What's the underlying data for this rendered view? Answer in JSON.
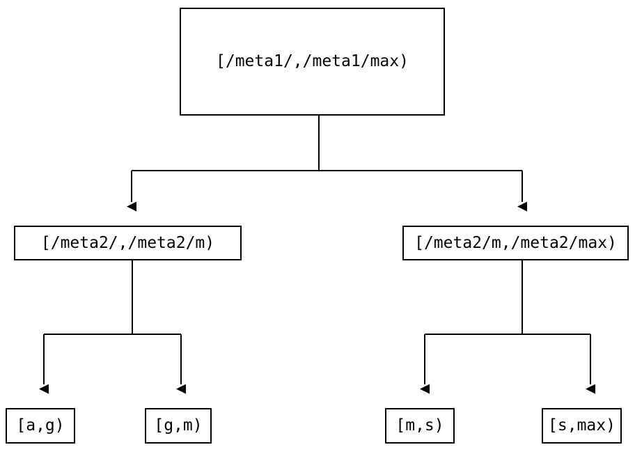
{
  "diagram": {
    "type": "tree",
    "orientation": "top-down",
    "background_color": "#ffffff",
    "stroke_color": "#000000",
    "text_color": "#000000",
    "stroke_width": 2,
    "arrowhead": "filled-triangle",
    "levels": 3,
    "root": {
      "id": "root",
      "label": "[/meta1/,/meta1/max)"
    },
    "mid": [
      {
        "id": "mid-left",
        "label": "[/meta2/,/meta2/m)"
      },
      {
        "id": "mid-right",
        "label": "[/meta2/m,/meta2/max)"
      }
    ],
    "leaves": [
      {
        "id": "leaf-a-g",
        "label": "[a,g)"
      },
      {
        "id": "leaf-g-m",
        "label": "[g,m)"
      },
      {
        "id": "leaf-m-s",
        "label": "[m,s)"
      },
      {
        "id": "leaf-s-max",
        "label": "[s,max)"
      }
    ],
    "edges": [
      {
        "from": "root",
        "to": "mid-left"
      },
      {
        "from": "root",
        "to": "mid-right"
      },
      {
        "from": "mid-left",
        "to": "leaf-a-g"
      },
      {
        "from": "mid-left",
        "to": "leaf-g-m"
      },
      {
        "from": "mid-right",
        "to": "leaf-m-s"
      },
      {
        "from": "mid-right",
        "to": "leaf-s-max"
      }
    ]
  }
}
